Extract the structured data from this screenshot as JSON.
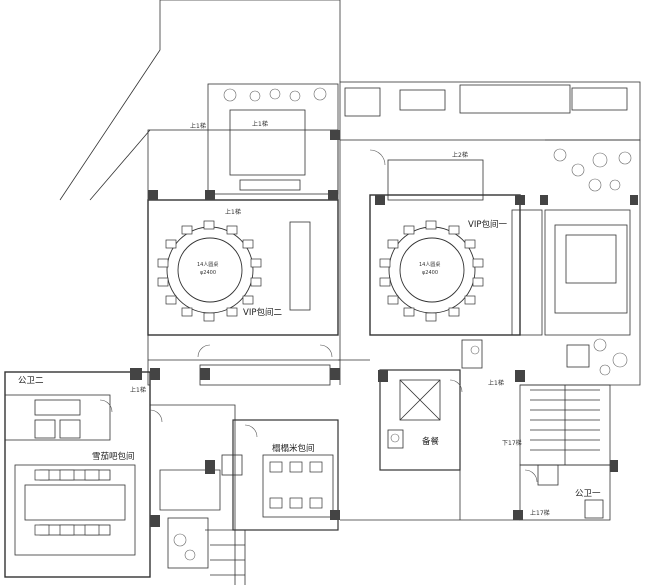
{
  "rooms": {
    "vip2": "VIP包间二",
    "vip1": "VIP包间一",
    "cigar": "雪茄吧包间",
    "tatami": "榻榻米包间",
    "pantry": "备餐",
    "wc2": "公卫二",
    "wc1": "公卫一"
  },
  "tables": {
    "vip2_caption": "14人圆桌",
    "vip2_size": "φ2400",
    "vip1_caption": "14人圆桌",
    "vip1_size": "φ2400"
  },
  "stair_marks": {
    "up1_a": "上1梯",
    "up1_b": "上1梯",
    "up1_c": "上1梯",
    "up1_d": "上1梯",
    "up1_e": "上1梯",
    "up2": "上2梯",
    "down17": "下17梯",
    "up17": "上17梯"
  },
  "colors": {
    "line": "#333333",
    "wall": "#444444",
    "plant": "#666666"
  }
}
